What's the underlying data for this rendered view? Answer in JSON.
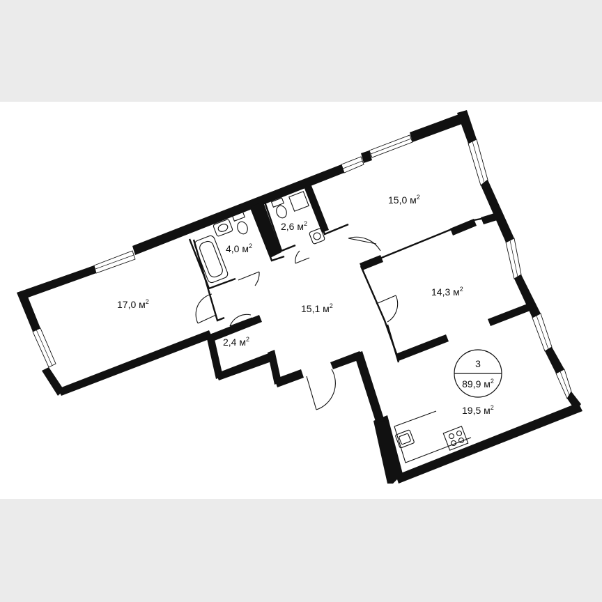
{
  "plan": {
    "rooms_count": "3",
    "total_area": "89,9 м",
    "unit_superscript": "2",
    "rooms": [
      {
        "id": "living-west",
        "area": "17,0 м"
      },
      {
        "id": "bathroom",
        "area": "4,0 м"
      },
      {
        "id": "toilet",
        "area": "2,6 м"
      },
      {
        "id": "bedroom-north",
        "area": "15,0 м"
      },
      {
        "id": "hall",
        "area": "15,1 м"
      },
      {
        "id": "bedroom-middle",
        "area": "14,3 м"
      },
      {
        "id": "storage",
        "area": "2,4 м"
      },
      {
        "id": "kitchen-living",
        "area": "19,5 м"
      }
    ]
  },
  "colors": {
    "background": "#ebebeb",
    "sheet": "#ffffff",
    "walls": "#111111"
  }
}
